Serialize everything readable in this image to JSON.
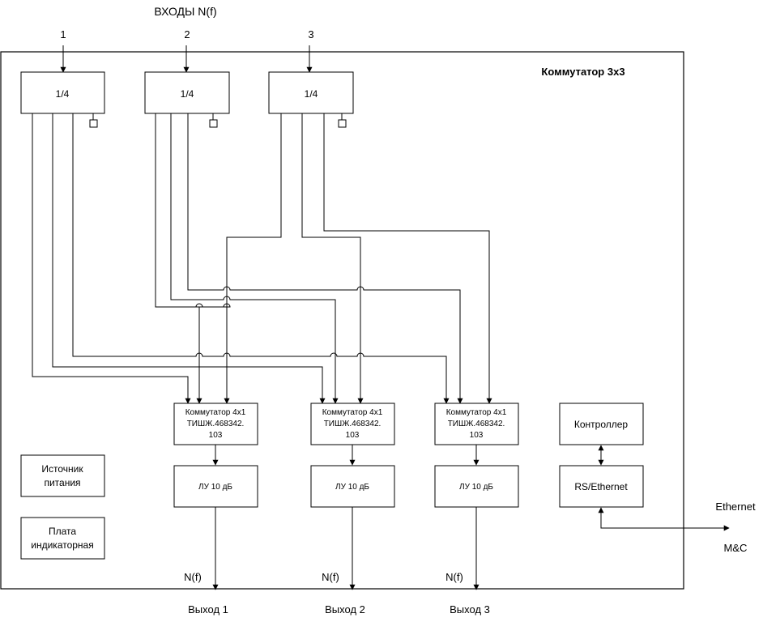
{
  "inputs_title": "ВХОДЫ N(f)",
  "input_numbers": [
    "1",
    "2",
    "3"
  ],
  "frame_title": "Коммутатор 3х3",
  "splitter_label": "1/4",
  "switch_lines": [
    "Коммутатор 4х1",
    "ТИШЖ.468342.",
    "103"
  ],
  "attenuator_label": "ЛУ 10 дБ",
  "output_signal": "N(f)",
  "outputs": [
    "Выход 1",
    "Выход 2",
    "Выход 3"
  ],
  "power_supply_lines": [
    "Источник",
    "питания"
  ],
  "indicator_board_lines": [
    "Плата",
    "индикаторная"
  ],
  "controller_label": "Контроллер",
  "rs_ethernet_label": "RS/Ethernet",
  "ethernet_label": "Ethernet",
  "mc_label": "M&C"
}
